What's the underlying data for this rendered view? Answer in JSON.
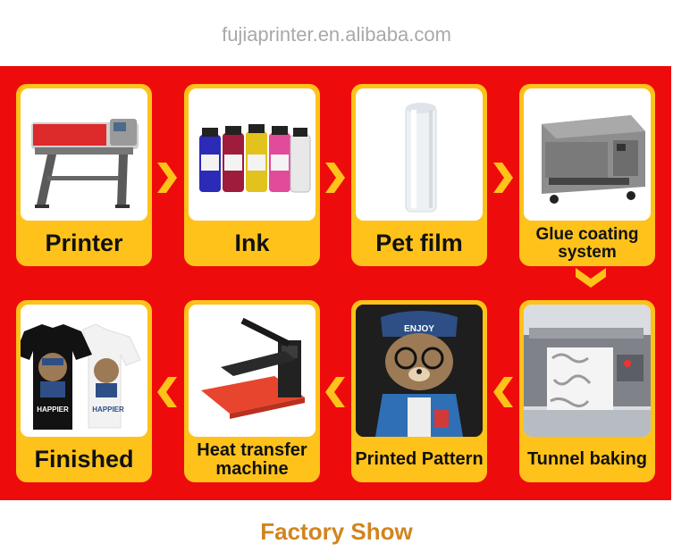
{
  "watermark": "fujiaprinter.en.alibaba.com",
  "steps": [
    {
      "label": "Printer",
      "icon": "printer-icon"
    },
    {
      "label": "Ink",
      "icon": "ink-bottles-icon"
    },
    {
      "label": "Pet film",
      "icon": "pet-film-roll-icon"
    },
    {
      "label": "Glue coating system",
      "icon": "glue-coating-machine-icon"
    },
    {
      "label": "Tunnel baking",
      "icon": "tunnel-baking-machine-icon"
    },
    {
      "label": "Printed Pattern",
      "icon": "printed-pattern-image"
    },
    {
      "label": "Heat transfer machine",
      "icon": "heat-press-icon"
    },
    {
      "label": "Finished",
      "icon": "finished-tshirts-image"
    }
  ],
  "pattern_texts": {
    "enjoy": "ENJOY",
    "happier": "HAPPIER"
  },
  "footer": "Factory Show",
  "colors": {
    "banner": "#ee0b0b",
    "card": "#ffc21a",
    "arrow": "#ffc21a",
    "footer": "#d2841f"
  }
}
